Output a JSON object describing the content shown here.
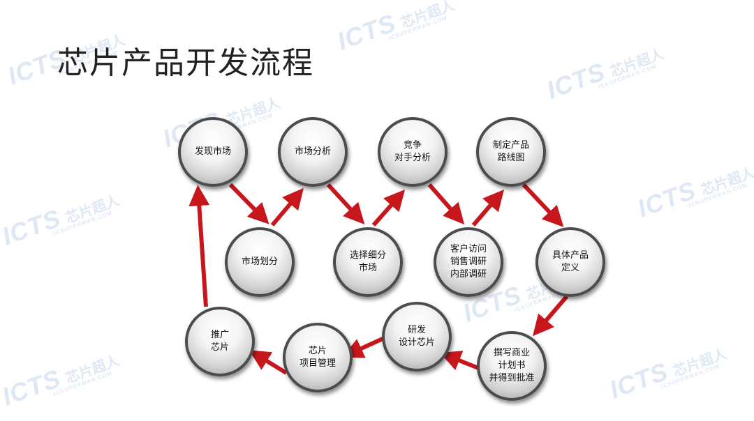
{
  "title": "芯片产品开发流程",
  "watermark": {
    "logo": "ICTS",
    "cn": "芯片超人",
    "en": "ICSUPERMAN.COM"
  },
  "colors": {
    "arrow": "#c8161d",
    "node_border": "#4c4c4c"
  },
  "nodes": [
    {
      "id": "n1",
      "label": "发现市场"
    },
    {
      "id": "n2",
      "label": "市场划分"
    },
    {
      "id": "n3",
      "label": "市场分析"
    },
    {
      "id": "n4",
      "label": "选择细分\n市场"
    },
    {
      "id": "n5",
      "label": "竞争\n对手分析"
    },
    {
      "id": "n6",
      "label": "客户访问\n销售调研\n内部调研"
    },
    {
      "id": "n7",
      "label": "制定产品\n路线图"
    },
    {
      "id": "n8",
      "label": "具体产品\n定义"
    },
    {
      "id": "n9",
      "label": "撰写商业\n计划书\n并得到批准"
    },
    {
      "id": "n10",
      "label": "研发\n设计芯片"
    },
    {
      "id": "n11",
      "label": "芯片\n项目管理"
    },
    {
      "id": "n12",
      "label": "推广\n芯片"
    }
  ]
}
